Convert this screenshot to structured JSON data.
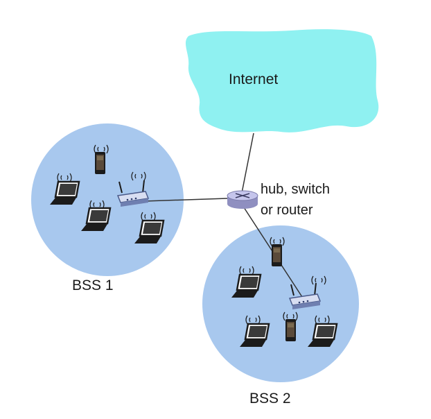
{
  "labels": {
    "internet": "Internet",
    "hub_line1": "hub, switch",
    "hub_line2": "or router",
    "bss1": "BSS 1",
    "bss2": "BSS 2"
  },
  "colors": {
    "cloud_fill": "#8ff1f1",
    "bss_fill": "#a8c8ee",
    "link": "#333333",
    "device_dark": "#1b1b1b",
    "access_point": "#6f7fb0",
    "router": "#b8b8e0"
  },
  "icons": {
    "cloud": "cloud-icon",
    "router": "router-icon",
    "access_point": "access-point-icon",
    "laptop": "laptop-icon",
    "phone": "phone-icon",
    "wifi": "wifi-signal-icon"
  }
}
